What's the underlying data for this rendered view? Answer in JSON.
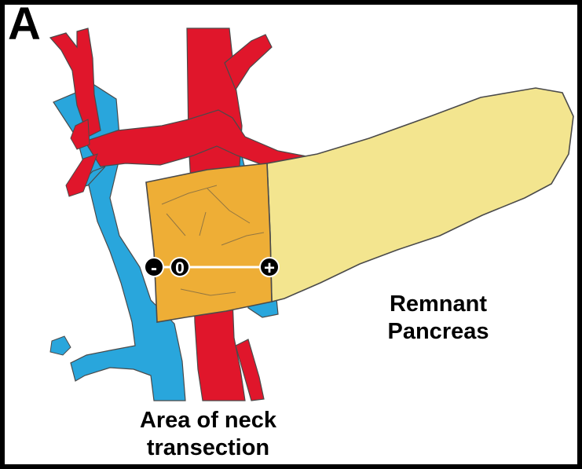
{
  "panel_letter": "A",
  "labels": {
    "remnant": [
      "Remnant",
      "Pancreas"
    ],
    "neck": [
      "Area of neck",
      "transection"
    ]
  },
  "scale": {
    "minus": "-",
    "zero": "0",
    "plus": "+"
  },
  "colors": {
    "background": "#ffffff",
    "frame": "#000000",
    "artery": "#e0162b",
    "vein": "#29a6dc",
    "pancreas": "#f3e58f",
    "neck": "#eeae36",
    "outline": "#4a4a4a"
  }
}
